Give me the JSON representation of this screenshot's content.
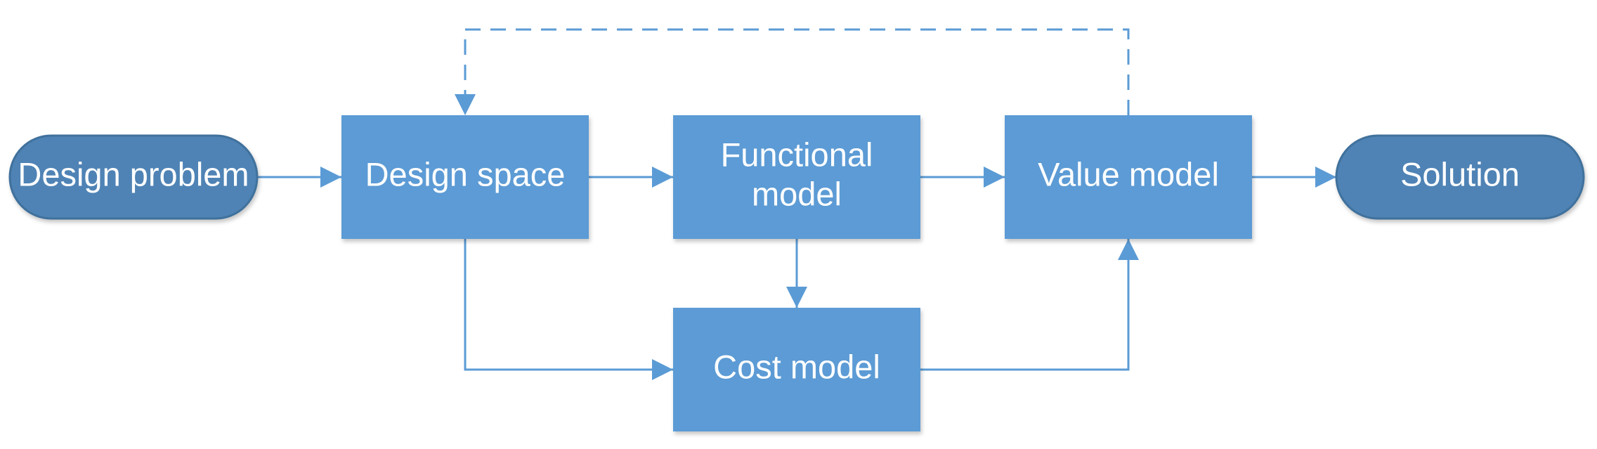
{
  "colors": {
    "box_fill": "#5b9bd5",
    "terminal_fill": "#4f83b5",
    "terminal_stroke": "#41719c",
    "connector": "#5b9bd5",
    "text": "#ffffff"
  },
  "nodes": {
    "design_problem": {
      "lines": [
        "Design problem"
      ]
    },
    "design_space": {
      "lines": [
        "Design space"
      ]
    },
    "functional_model": {
      "lines": [
        "Functional",
        "model"
      ]
    },
    "value_model": {
      "lines": [
        "Value model"
      ]
    },
    "cost_model": {
      "lines": [
        "Cost model"
      ]
    },
    "solution": {
      "lines": [
        "Solution"
      ]
    }
  },
  "edges": [
    {
      "from": "design_problem",
      "to": "design_space",
      "style": "solid"
    },
    {
      "from": "design_space",
      "to": "functional_model",
      "style": "solid"
    },
    {
      "from": "functional_model",
      "to": "value_model",
      "style": "solid"
    },
    {
      "from": "value_model",
      "to": "solution",
      "style": "solid"
    },
    {
      "from": "functional_model",
      "to": "cost_model",
      "style": "solid"
    },
    {
      "from": "design_space",
      "to": "cost_model",
      "style": "solid"
    },
    {
      "from": "cost_model",
      "to": "value_model",
      "style": "solid"
    },
    {
      "from": "value_model",
      "to": "design_space",
      "style": "dashed"
    }
  ]
}
